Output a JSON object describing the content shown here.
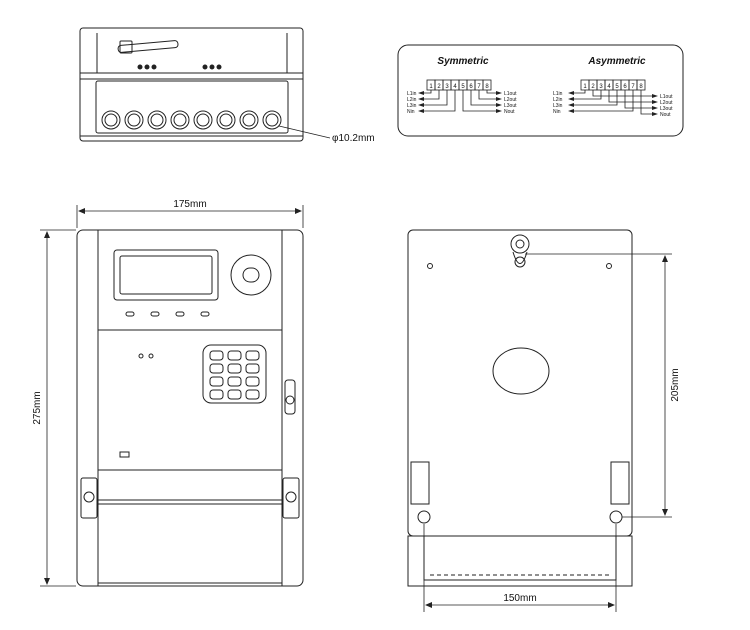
{
  "dimensions": {
    "hole_diameter": "φ10.2mm",
    "width": "175mm",
    "height": "275mm",
    "mount_height": "205mm",
    "mount_width": "150mm"
  },
  "wiring": {
    "symmetric_title": "Symmetric",
    "asymmetric_title": "Asymmetric",
    "terminals": [
      "1",
      "2",
      "3",
      "4",
      "5",
      "6",
      "7",
      "8"
    ],
    "left_labels": [
      "L1in",
      "L2in",
      "L3in",
      "Nin"
    ],
    "right_labels": [
      "L1out",
      "L2out",
      "L3out",
      "Nout"
    ]
  }
}
